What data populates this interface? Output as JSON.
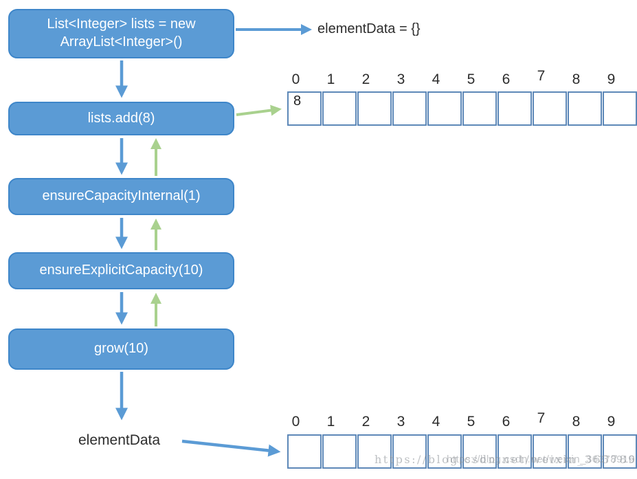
{
  "flow": {
    "boxes": {
      "declare": {
        "line1": "List<Integer> lists = new",
        "line2": "ArrayList<Integer>()"
      },
      "add": {
        "label": "lists.add(8)"
      },
      "ensure_capacity_internal": {
        "label": "ensureCapacityInternal(1)"
      },
      "ensure_explicit_capacity": {
        "label": "ensureExplicitCapacity(10)"
      },
      "grow": {
        "label": "grow(10)"
      }
    },
    "labels": {
      "element_data_empty": "elementData = {}",
      "element_data": "elementData"
    }
  },
  "arrays": {
    "top": {
      "indices": [
        "0",
        "1",
        "2",
        "3",
        "4",
        "5",
        "6",
        "7",
        "8",
        "9"
      ],
      "cells": [
        "8",
        "",
        "",
        "",
        "",
        "",
        "",
        "",
        "",
        ""
      ]
    },
    "bottom": {
      "indices": [
        "0",
        "1",
        "2",
        "3",
        "4",
        "5",
        "6",
        "7",
        "8",
        "9"
      ],
      "cells": [
        "",
        "",
        "",
        "",
        "",
        "",
        "",
        "",
        "",
        ""
      ]
    }
  },
  "colors": {
    "box_fill": "#5B9BD5",
    "box_border": "#3E86C9",
    "box_text": "#FFFFFF",
    "arrow_blue": "#5B9BD5",
    "arrow_green": "#A9D18E",
    "cell_border": "#5D88B8",
    "text_dark": "#2D2D2D"
  },
  "watermark": {
    "text1": "https://blog.csdn.net/weixin_36378915",
    "text2": "https://blog.csdn.net/weixin_36378916"
  }
}
